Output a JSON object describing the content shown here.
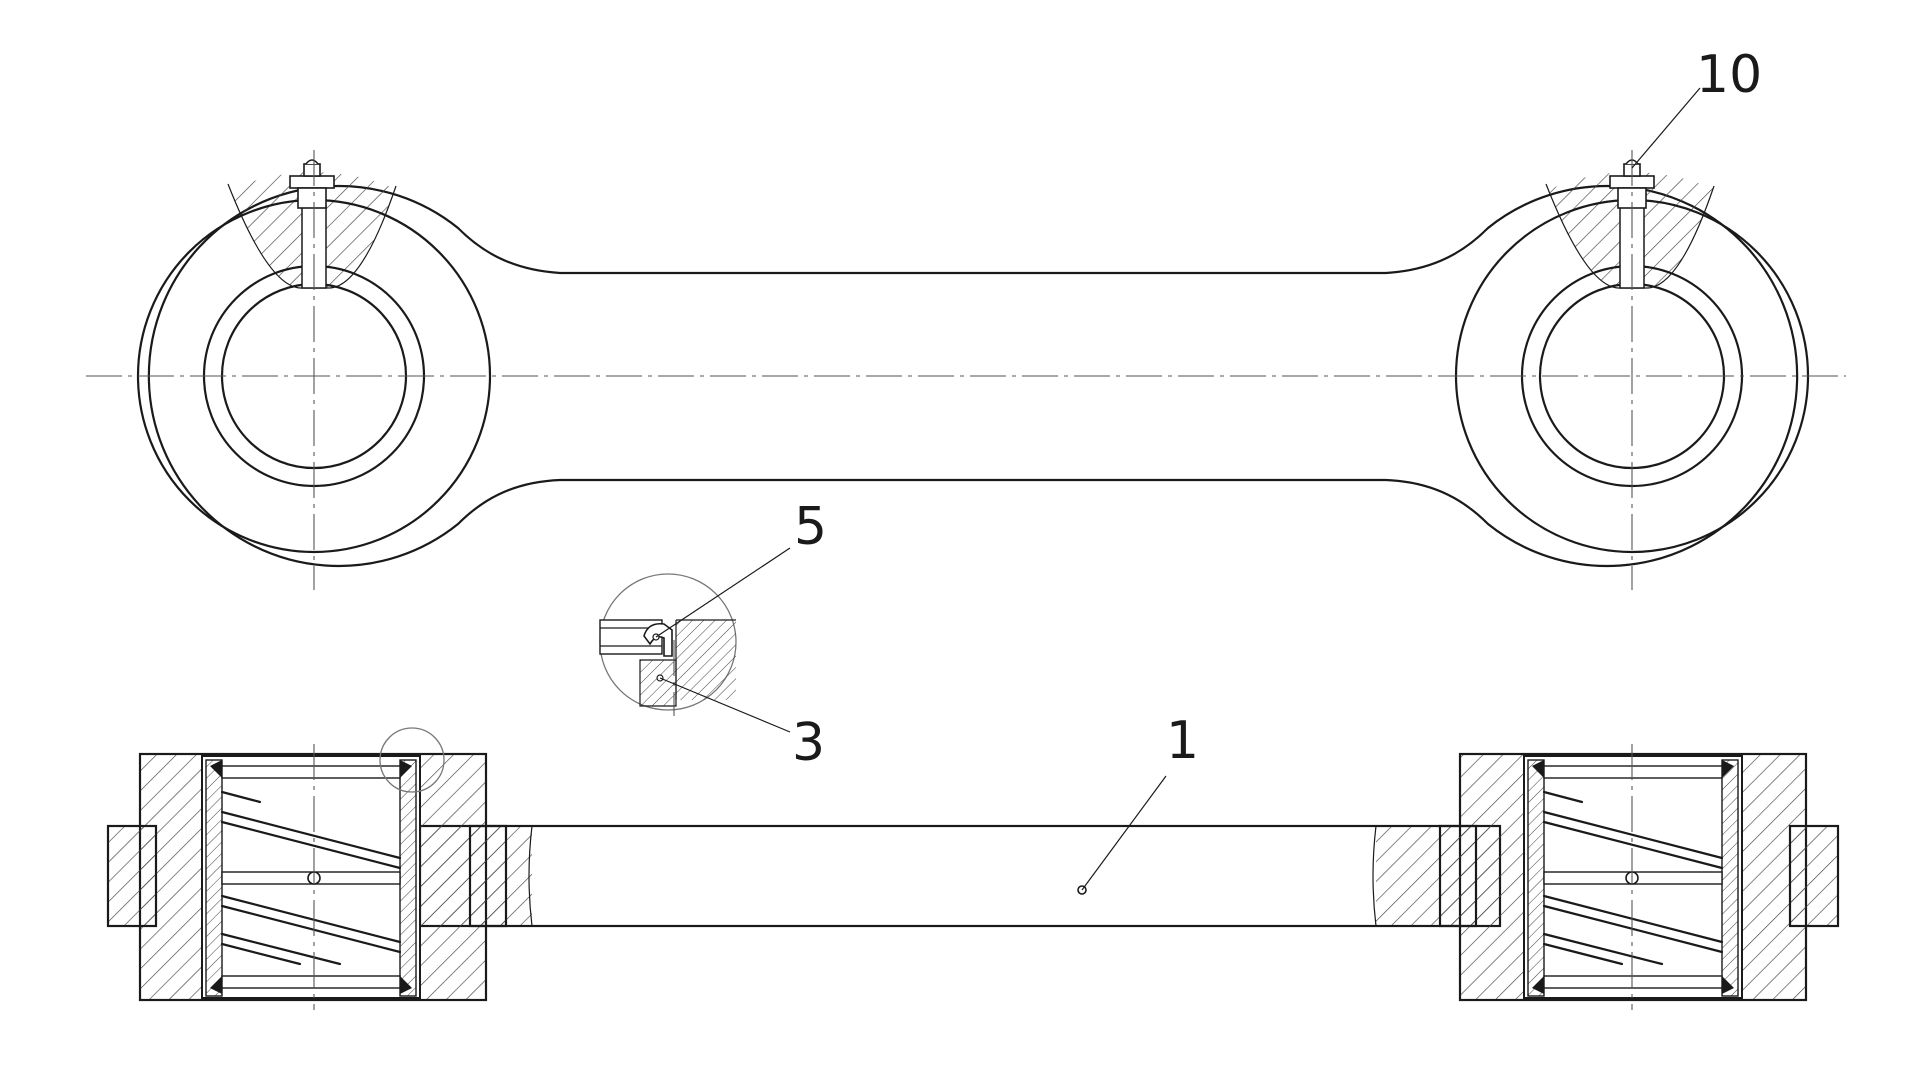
{
  "callouts": {
    "c10": "10",
    "c5": "5",
    "c3": "3",
    "c1": "1"
  },
  "colors": {
    "line": "#1a1a1a",
    "hatch": "#444444",
    "background": "#ffffff"
  }
}
